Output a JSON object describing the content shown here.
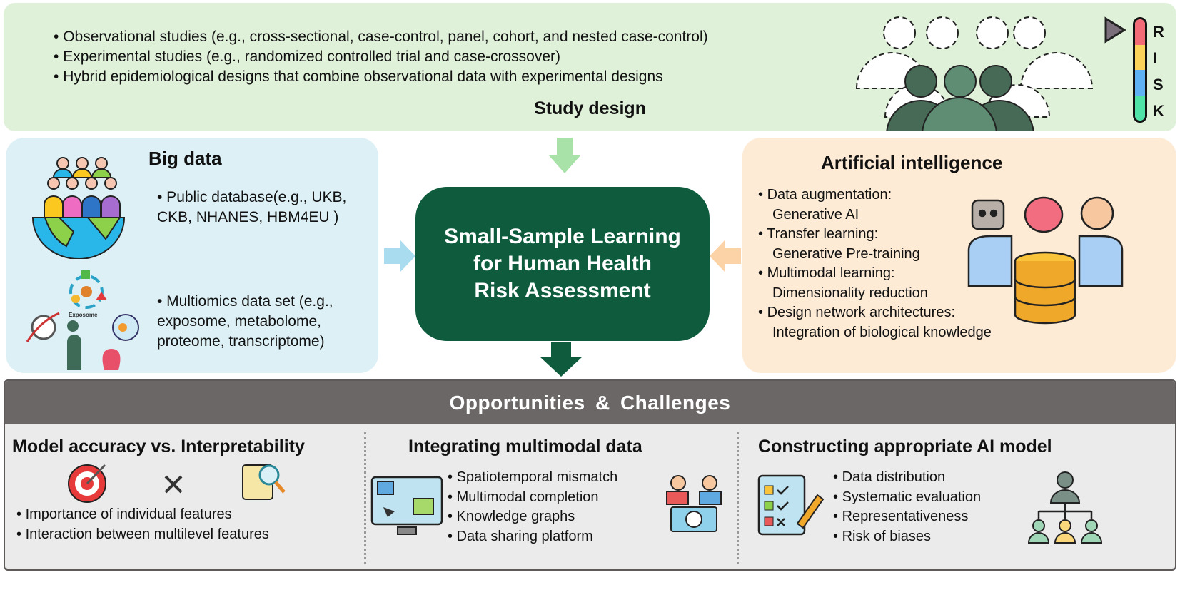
{
  "study_design": {
    "title": "Study design",
    "items": [
      "Observational studies (e.g., cross-sectional, case-control, panel, cohort, and nested case-control)",
      "Experimental studies (e.g., randomized controlled trial and case-crossover)",
      "Hybrid epidemiological designs that combine observational data with experimental designs"
    ],
    "risk_letters": [
      "R",
      "I",
      "S",
      "K"
    ]
  },
  "big_data": {
    "title": "Big data",
    "item1": "• Public database(e.g., UKB, CKB, NHANES, HBM4EU )",
    "item2": "• Multiomics data set (e.g., exposome, metabolome, proteome, transcriptome)",
    "icon_label": "Exposome"
  },
  "center": {
    "line1": "Small-Sample Learning",
    "line2": "for Human Health",
    "line3": "Risk Assessment"
  },
  "ai": {
    "title": "Artificial intelligence",
    "items": [
      {
        "head": "Data augmentation:",
        "sub": "Generative AI"
      },
      {
        "head": "Transfer learning:",
        "sub": "Generative Pre-training"
      },
      {
        "head": "Multimodal learning:",
        "sub": "Dimensionality reduction"
      },
      {
        "head": "Design network architectures:",
        "sub": "Integration of biological knowledge"
      }
    ]
  },
  "oc": {
    "title": "Opportunities  &  Challenges",
    "columns": [
      {
        "title": "Model accuracy vs. Interpretability",
        "items": [
          "Importance of individual features",
          "Interaction between multilevel features"
        ]
      },
      {
        "title": "Integrating multimodal data",
        "items": [
          "Spatiotemporal mismatch",
          "Multimodal completion",
          "Knowledge graphs",
          "Data sharing platform"
        ]
      },
      {
        "title": "Constructing appropriate AI model",
        "items": [
          "Data distribution",
          "Systematic evaluation",
          "Representativeness",
          "Risk of biases"
        ]
      }
    ]
  },
  "colors": {
    "dark_green": "#0e5b3d",
    "study_bg": "#e0f1da",
    "bigdata_bg": "#dcf0f6",
    "ai_bg": "#fdebd6",
    "oc_header": "#6c6767"
  }
}
